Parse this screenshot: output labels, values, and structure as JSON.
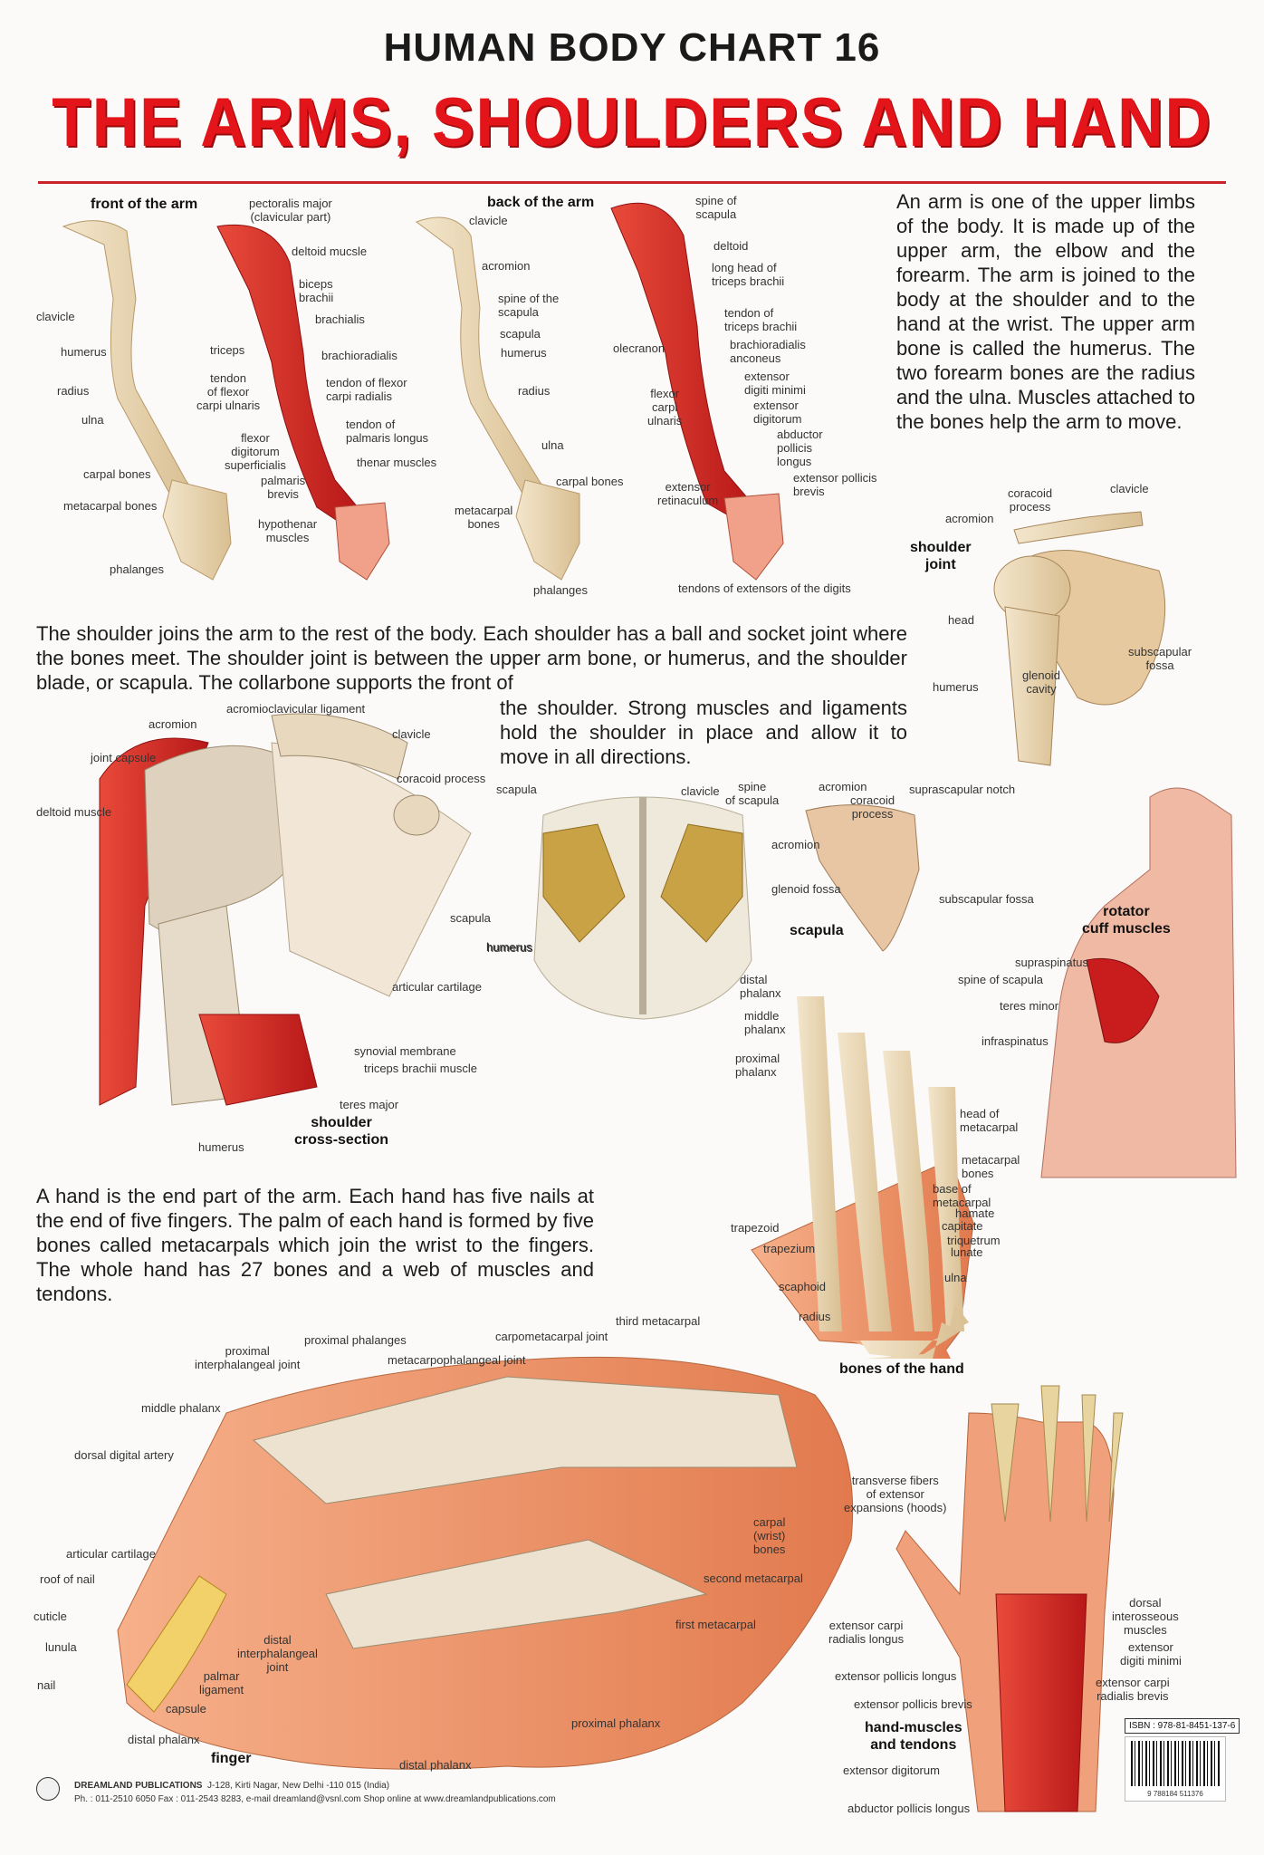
{
  "header": {
    "chart_number_title": "HUMAN BODY CHART 16",
    "main_title": "THE ARMS, SHOULDERS AND HAND"
  },
  "paragraphs": {
    "arm": "An arm is one of the upper limbs of the body. It is made up of the upper arm, the elbow and the forearm. The arm is joined to the body at the shoulder and to the hand at the wrist. The upper arm bone is called the humerus. The two forearm bones are the radius and the ulna. Muscles attached to the bones help the arm to move.",
    "shoulder_a": "The shoulder joins the arm to the rest of the body. Each shoulder has a ball and socket joint where the bones meet. The shoulder joint is between the upper arm bone, or humerus, and the shoulder blade, or scapula. The collarbone supports the front of",
    "shoulder_b": "the shoulder. Strong muscles and ligaments hold the shoulder in place and allow it to move in all directions.",
    "hand": "A hand is the end part of the arm. Each hand has five nails at the end of five fingers. The palm of each hand is formed by five bones called metacarpals which join the wrist to the fingers. The whole hand has 27 bones and a web of muscles and tendons."
  },
  "headings": {
    "front_arm": "front of the arm",
    "back_arm": "back of the arm",
    "shoulder_joint": "shoulder\njoint",
    "shoulder_cross": "shoulder\ncross-section",
    "scapula": "scapula",
    "rotator": "rotator\ncuff muscles",
    "bones_hand": "bones of the hand",
    "finger": "finger",
    "hand_muscles": "hand-muscles\nand tendons"
  },
  "labels": {
    "front_arm": [
      "clavicle",
      "humerus",
      "radius",
      "ulna",
      "carpal bones",
      "metacarpal bones",
      "phalanges",
      "pectoralis major\n(clavicular part)",
      "deltoid mucsle",
      "biceps\nbrachii",
      "brachialis",
      "triceps",
      "brachioradialis",
      "tendon\nof flexor\ncarpi ulnaris",
      "tendon of flexor\ncarpi radialis",
      "flexor\ndigitorum\nsuperficialis",
      "tendon of\npalmaris longus",
      "palmaris\nbrevis",
      "thenar muscles",
      "hypothenar\nmuscles"
    ],
    "back_arm": [
      "clavicle",
      "acromion",
      "spine of the\nscapula",
      "scapula",
      "humerus",
      "radius",
      "ulna",
      "carpal bones",
      "metacarpal\nbones",
      "phalanges",
      "spine of\nscapula",
      "deltoid",
      "long head of\ntriceps brachii",
      "tendon of\ntriceps brachii",
      "brachioradialis\nanconeus",
      "olecranon",
      "extensor\ndigiti minimi",
      "flexor\ncarpi\nulnaris",
      "extensor\ndigitorum",
      "abductor\npollicis\nlongus",
      "extensor pollicis\nbrevis",
      "extensor\nretinaculum",
      "tendons of extensors of the digits"
    ],
    "shoulder_joint": [
      "coracoid\nprocess",
      "clavicle",
      "acromion",
      "head",
      "humerus",
      "glenoid\ncavity",
      "subscapular\nfossa"
    ],
    "cross_section": [
      "acromioclavicular ligament",
      "acromion",
      "clavicle",
      "joint capsule",
      "coracoid process",
      "deltoid muscle",
      "scapula",
      "humerus",
      "articular cartilage",
      "synovial membrane",
      "triceps brachii muscle",
      "teres major",
      "humerus"
    ],
    "scapula": [
      "scapula",
      "clavicle",
      "spine\nof scapula",
      "acromion",
      "coracoid\nprocess",
      "suprascapular notch",
      "acromion",
      "glenoid fossa",
      "subscapular fossa",
      "humerus"
    ],
    "rotator": [
      "supraspinatus",
      "spine of scapula",
      "teres minor",
      "infraspinatus"
    ],
    "bones_hand": [
      "distal\nphalanx",
      "middle\nphalanx",
      "proximal\nphalanx",
      "head of\nmetacarpal",
      "metacarpal\nbones",
      "base of\nmetacarpal",
      "hamate",
      "capitate",
      "triquetrum",
      "lunate",
      "trapezoid",
      "trapezium",
      "scaphoid",
      "ulna",
      "radius"
    ],
    "finger": [
      "proximal phalanges",
      "proximal\ninterphalangeal joint",
      "carpometacarpal joint",
      "third metacarpal",
      "metacarpophalangeal joint",
      "middle phalanx",
      "dorsal digital artery",
      "carpal\n(wrist)\nbones",
      "second metacarpal",
      "first metacarpal",
      "articular cartilage",
      "roof of nail",
      "cuticle",
      "lunula",
      "nail",
      "distal\ninterphalangeal\njoint",
      "palmar\nligament",
      "capsule",
      "distal phalanx",
      "proximal phalanx",
      "distal phalanx"
    ],
    "hand_muscles": [
      "transverse fibers\nof extensor\nexpansions (hoods)",
      "dorsal\ninterosseous\nmuscles",
      "extensor carpi\nradialis longus",
      "extensor\ndigiti minimi",
      "extensor pollicis longus",
      "extensor carpi\nradialis brevis",
      "extensor pollicis brevis",
      "extensor digitorum",
      "abductor pollicis longus"
    ]
  },
  "footer": {
    "publisher": "DREAMLAND PUBLICATIONS",
    "address": "J-128, Kirti Nagar, New Delhi -110 015 (India)",
    "contact": "Ph. : 011-2510 6050  Fax : 011-2543 8283, e-mail dreamland@vsnl.com Shop online at www.dreamlandpublications.com",
    "isbn": "ISBN : 978-81-8451-137-6",
    "barcode_number": "9 788184 511376"
  },
  "colors": {
    "title_red": "#e3151a",
    "rule_red": "#c9232a",
    "muscle_red": "#d82a2a",
    "bone": "#e8d5b0",
    "skin": "#ee9a6a"
  }
}
